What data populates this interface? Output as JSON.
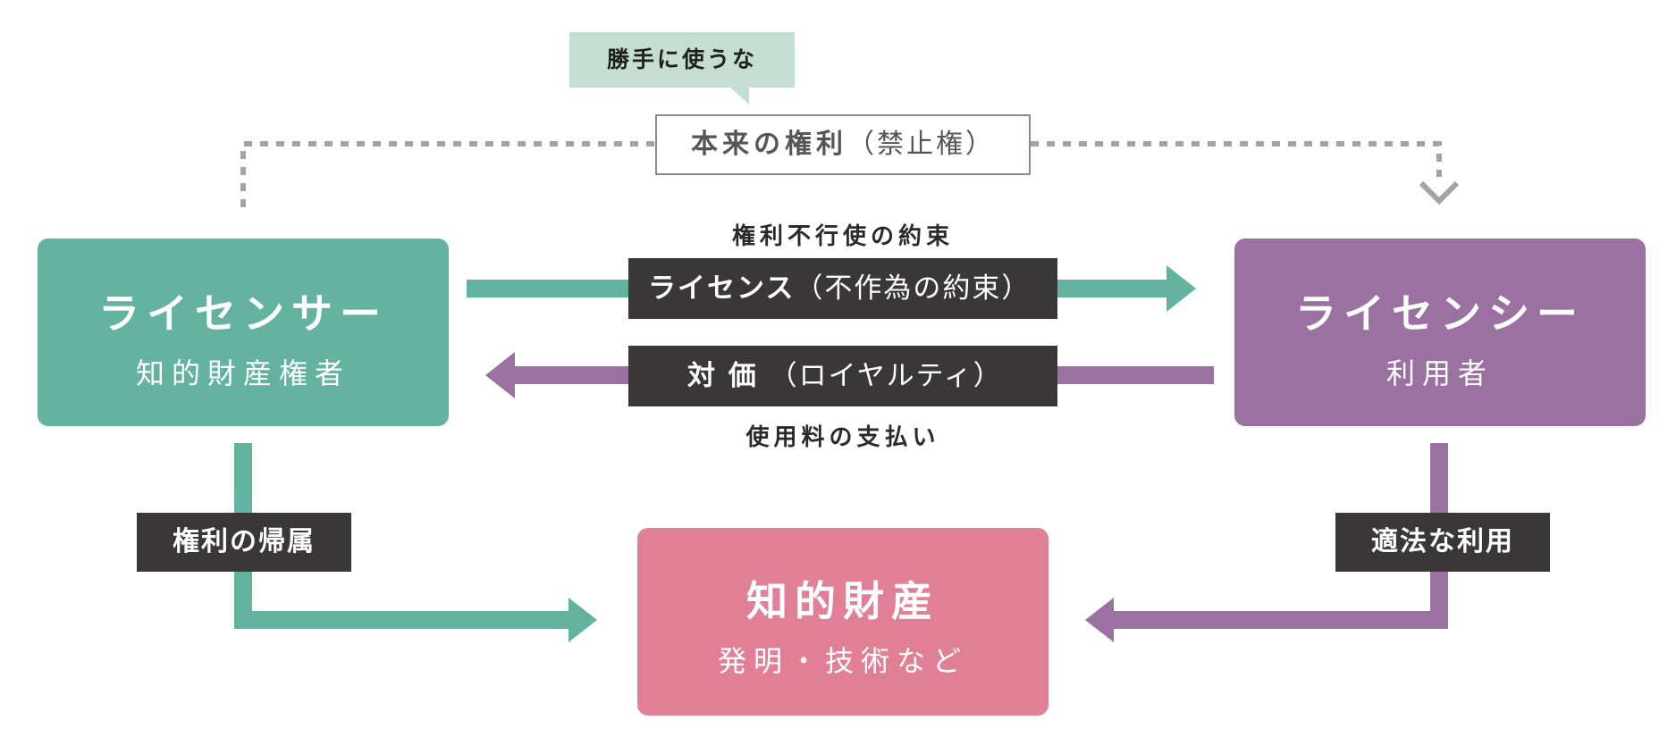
{
  "colors": {
    "licensor": "#64b3a0",
    "licensee": "#9b71a2",
    "ip": "#e07f96",
    "label_dark": "#393737",
    "bubble": "#c5ded3",
    "dotted": "#a3a3a3"
  },
  "speech_bubble": "勝手に使うな",
  "original_right": {
    "strong": "本来の権利",
    "paren": "（禁止権）"
  },
  "licensor": {
    "title": "ライセンサー",
    "subtitle": "知的財産権者"
  },
  "licensee": {
    "title": "ライセンシー",
    "subtitle": "利用者"
  },
  "ip": {
    "title": "知的財産",
    "subtitle": "発明・技術など"
  },
  "license_flow": {
    "caption": "権利不行使の約束",
    "label": "ライセンス",
    "paren": "（不作為の約束）"
  },
  "consideration_flow": {
    "label": "対 価",
    "paren": "（ロイヤルティ）",
    "caption": "使用料の支払い"
  },
  "attribution_label": "権利の帰属",
  "lawful_use_label": "適法な利用"
}
